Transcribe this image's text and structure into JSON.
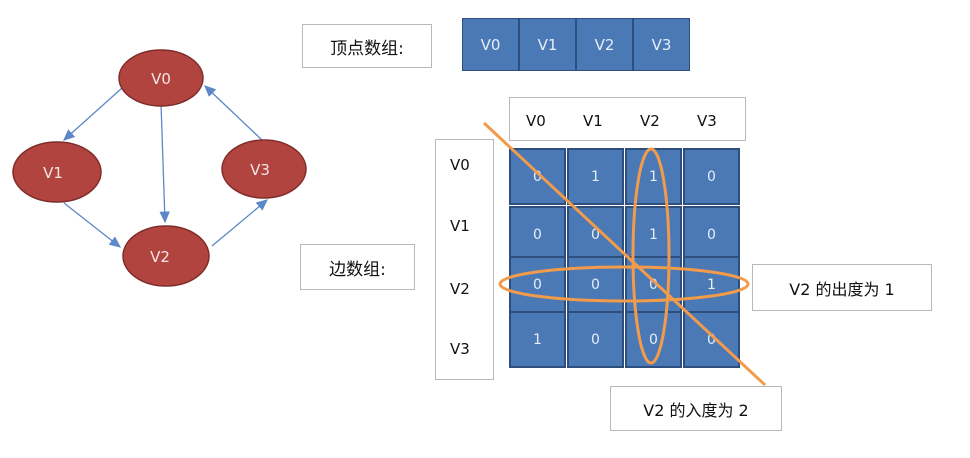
{
  "graph": {
    "nodes": [
      "V0",
      "V1",
      "V2",
      "V3"
    ],
    "edges": [
      [
        "V0",
        "V1"
      ],
      [
        "V0",
        "V2"
      ],
      [
        "V1",
        "V2"
      ],
      [
        "V2",
        "V3"
      ],
      [
        "V3",
        "V0"
      ]
    ],
    "node_fill": "#b2443f",
    "edge_color": "#5b88c6"
  },
  "vertex_array": {
    "label": "顶点数组:",
    "values": [
      "V0",
      "V1",
      "V2",
      "V3"
    ]
  },
  "edge_array": {
    "label": "边数组:",
    "col_headers": [
      "V0",
      "V1",
      "V2",
      "V3"
    ],
    "row_headers": [
      "V0",
      "V1",
      "V2",
      "V3"
    ],
    "matrix": [
      [
        "0",
        "1",
        "1",
        "0"
      ],
      [
        "0",
        "0",
        "1",
        "0"
      ],
      [
        "0",
        "0",
        "0",
        "1"
      ],
      [
        "1",
        "0",
        "0",
        "0"
      ]
    ],
    "cell_color": "#4a79b5"
  },
  "annotations": {
    "out_degree": "V2 的出度为 1",
    "in_degree": "V2 的入度为 2",
    "highlight_color": "#f29b4b"
  }
}
